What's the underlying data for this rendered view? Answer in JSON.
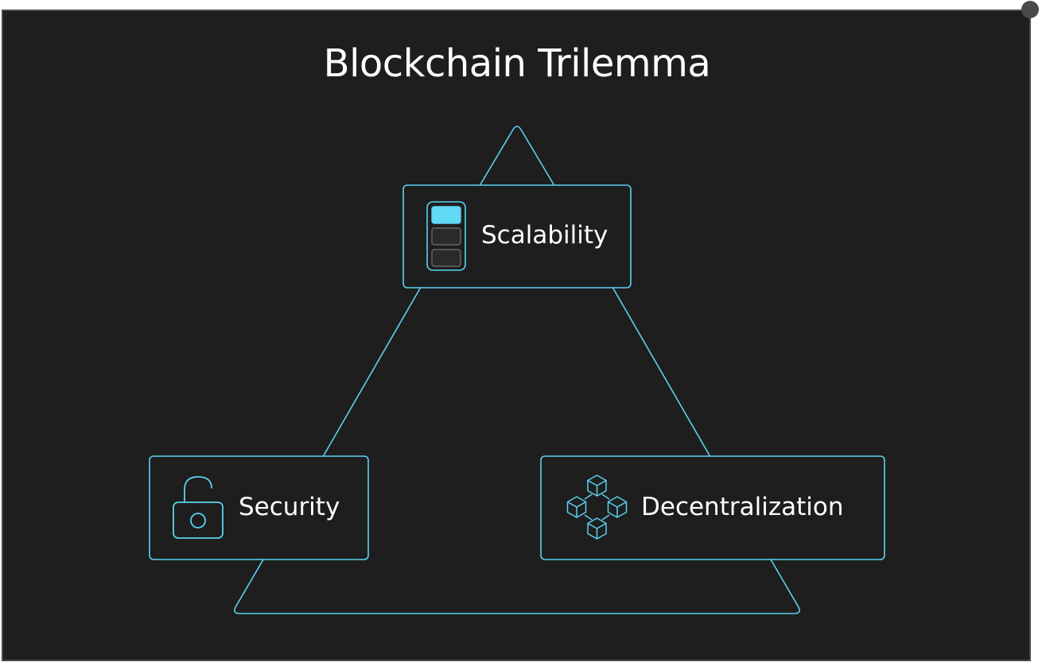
{
  "title": "Blockchain Trilemma",
  "nodes": {
    "scalability": {
      "label": "Scalability",
      "icon": "battery-level-icon"
    },
    "security": {
      "label": "Security",
      "icon": "unlocked-padlock-icon"
    },
    "decentralization": {
      "label": "Decentralization",
      "icon": "network-cubes-icon"
    }
  },
  "colors": {
    "background": "#1e1e1e",
    "accent": "#5ad2f0",
    "accent_fill": "#62d9f5",
    "text": "#ffffff",
    "frame_border": "#4a4a4a"
  }
}
